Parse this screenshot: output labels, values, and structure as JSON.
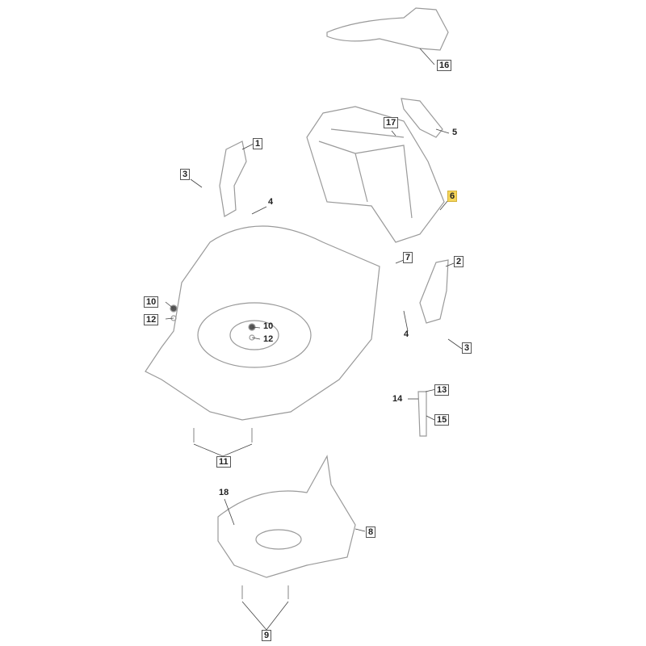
{
  "callouts": [
    {
      "id": "c16",
      "text": "16",
      "boxed": true
    },
    {
      "id": "c17",
      "text": "17",
      "boxed": true
    },
    {
      "id": "c5",
      "text": "5",
      "boxed": false
    },
    {
      "id": "c1",
      "text": "1",
      "boxed": true
    },
    {
      "id": "c3a",
      "text": "3",
      "boxed": true
    },
    {
      "id": "c4a",
      "text": "4",
      "boxed": false
    },
    {
      "id": "c6",
      "text": "6",
      "boxed": false,
      "highlighted": true
    },
    {
      "id": "c7",
      "text": "7",
      "boxed": true
    },
    {
      "id": "c2",
      "text": "2",
      "boxed": true
    },
    {
      "id": "c10a",
      "text": "10",
      "boxed": true
    },
    {
      "id": "c12a",
      "text": "12",
      "boxed": true
    },
    {
      "id": "c10b",
      "text": "10",
      "boxed": false
    },
    {
      "id": "c12b",
      "text": "12",
      "boxed": false
    },
    {
      "id": "c4b",
      "text": "4",
      "boxed": false
    },
    {
      "id": "c3b",
      "text": "3",
      "boxed": true
    },
    {
      "id": "c13",
      "text": "13",
      "boxed": true
    },
    {
      "id": "c14",
      "text": "14",
      "boxed": false
    },
    {
      "id": "c15",
      "text": "15",
      "boxed": true
    },
    {
      "id": "c11",
      "text": "11",
      "boxed": true
    },
    {
      "id": "c18",
      "text": "18",
      "boxed": false
    },
    {
      "id": "c8",
      "text": "8",
      "boxed": true
    },
    {
      "id": "c9",
      "text": "9",
      "boxed": true
    }
  ],
  "colors": {
    "line": "#9a9a9a",
    "leader": "#444444",
    "highlight": "#f5d55a"
  }
}
